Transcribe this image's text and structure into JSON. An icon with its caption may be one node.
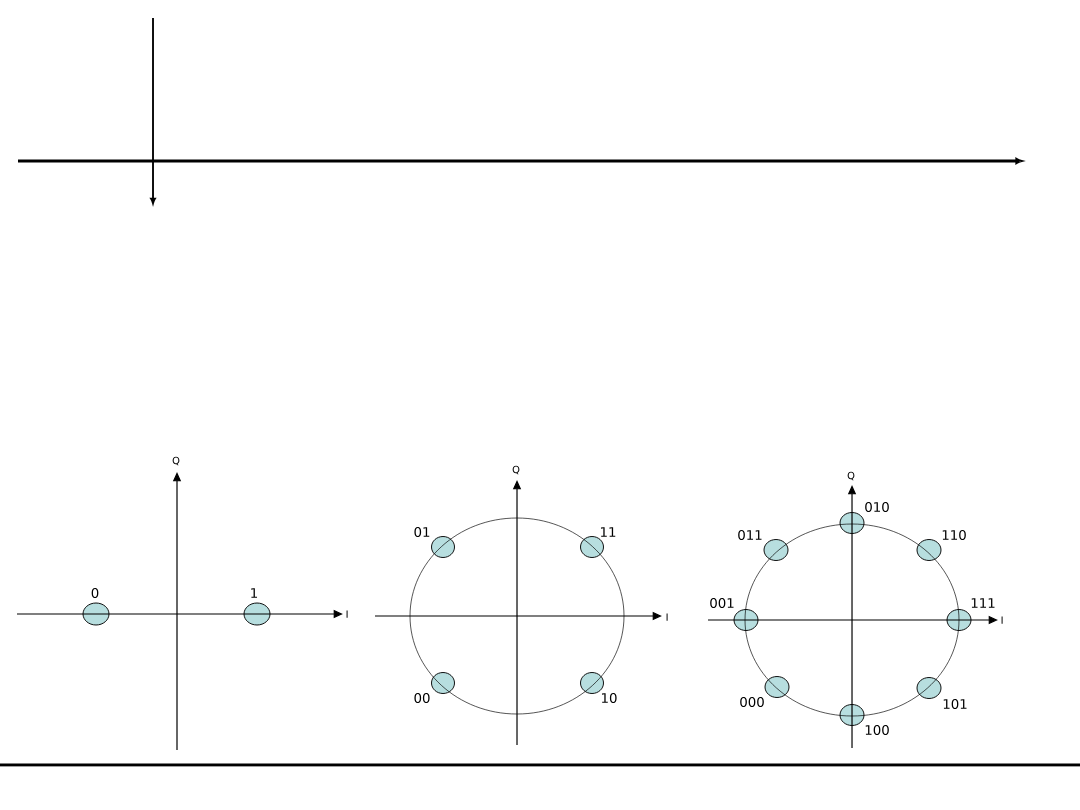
{
  "diagram": {
    "nodes": [
      {
        "text": [],
        "shape": "ellipse",
        "beside": [
          "0"
        ]
      },
      {
        "text": [],
        "shape": "ellipse",
        "beside": [
          "1"
        ]
      },
      {
        "text": [],
        "shape": "ellipse",
        "beside": [
          "01"
        ]
      },
      {
        "text": [],
        "shape": "ellipse",
        "beside": [
          "11"
        ]
      },
      {
        "text": [],
        "shape": "ellipse",
        "beside": [
          "00"
        ]
      },
      {
        "text": [],
        "shape": "ellipse",
        "beside": [
          "10"
        ]
      },
      {
        "text": [],
        "shape": "ellipse",
        "beside": [
          "010"
        ]
      },
      {
        "text": [],
        "shape": "ellipse",
        "beside": [
          "011"
        ]
      },
      {
        "text": [],
        "shape": "ellipse",
        "beside": [
          "110"
        ]
      },
      {
        "text": [],
        "shape": "ellipse",
        "beside": [
          "001"
        ]
      },
      {
        "text": [],
        "shape": "ellipse",
        "beside": [
          "111"
        ]
      },
      {
        "text": [],
        "shape": "ellipse",
        "beside": [
          "000"
        ]
      },
      {
        "text": [],
        "shape": "ellipse",
        "beside": [
          "101"
        ]
      },
      {
        "text": [],
        "shape": "ellipse",
        "beside": [
          "100"
        ]
      }
    ],
    "labels": [
      "Q",
      "I",
      "Q",
      "I",
      "Q",
      "I"
    ]
  }
}
